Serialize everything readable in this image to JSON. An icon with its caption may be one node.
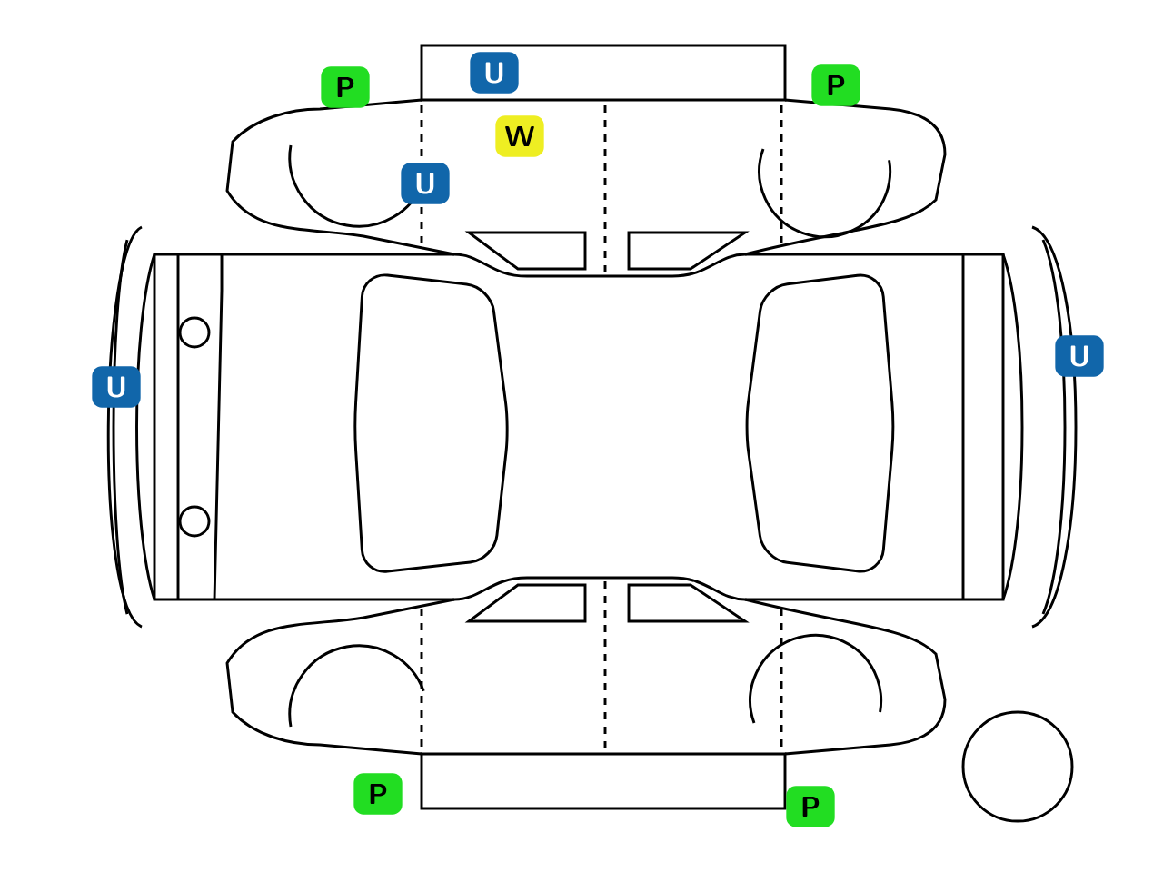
{
  "diagram": {
    "nodes": [
      {
        "text": [
          "P"
        ]
      },
      {
        "text": [
          "U"
        ]
      },
      {
        "text": [
          "P"
        ]
      },
      {
        "text": [
          "W"
        ]
      },
      {
        "text": [
          "U"
        ]
      },
      {
        "text": [
          "U"
        ]
      },
      {
        "text": [
          "U"
        ]
      },
      {
        "text": [
          "P"
        ]
      },
      {
        "text": [
          "P"
        ]
      }
    ]
  }
}
